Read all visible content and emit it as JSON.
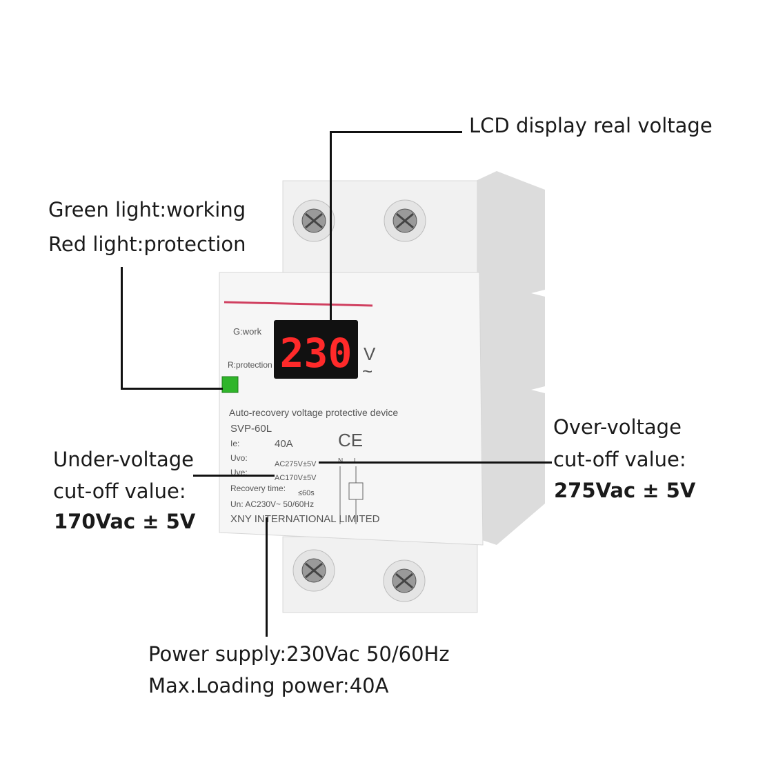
{
  "callouts": {
    "lcd": "LCD display real voltage",
    "green_light": "Green light:working",
    "red_light": "Red light:protection",
    "over_line1": "Over-voltage",
    "over_line2": "cut-off value:",
    "over_value": "275Vac ± 5V",
    "under_line1": "Under-voltage",
    "under_line2": "cut-off value:",
    "under_value": "170Vac ± 5V",
    "power_supply": "Power supply:230Vac 50/60Hz",
    "max_loading": "Max.Loading power:40A"
  },
  "device": {
    "display_value": "230",
    "unit_v": "V",
    "unit_ac": "~",
    "g_work": "G:work",
    "r_protection": "R:protection",
    "description": "Auto-recovery voltage protective device",
    "model": "SVP-60L",
    "ce_mark": "CE",
    "ie_label": "Ie:",
    "ie_value": "40A",
    "uvo_label": "Uvo:",
    "uvo_value": "AC275V±5V",
    "uve_label": "Uve:",
    "uve_value": "AC170V±5V",
    "recovery_label": "Recovery time:",
    "recovery_value": "≤60s",
    "un_value": "Un: AC230V~ 50/60Hz",
    "terminal_n": "N",
    "terminal_l": "L",
    "manufacturer": "XNY INTERNATIONAL LIMITED"
  },
  "colors": {
    "indicator": "#2fb52a",
    "display_digits": "#ff2a2a",
    "stripe": "#d04060"
  }
}
